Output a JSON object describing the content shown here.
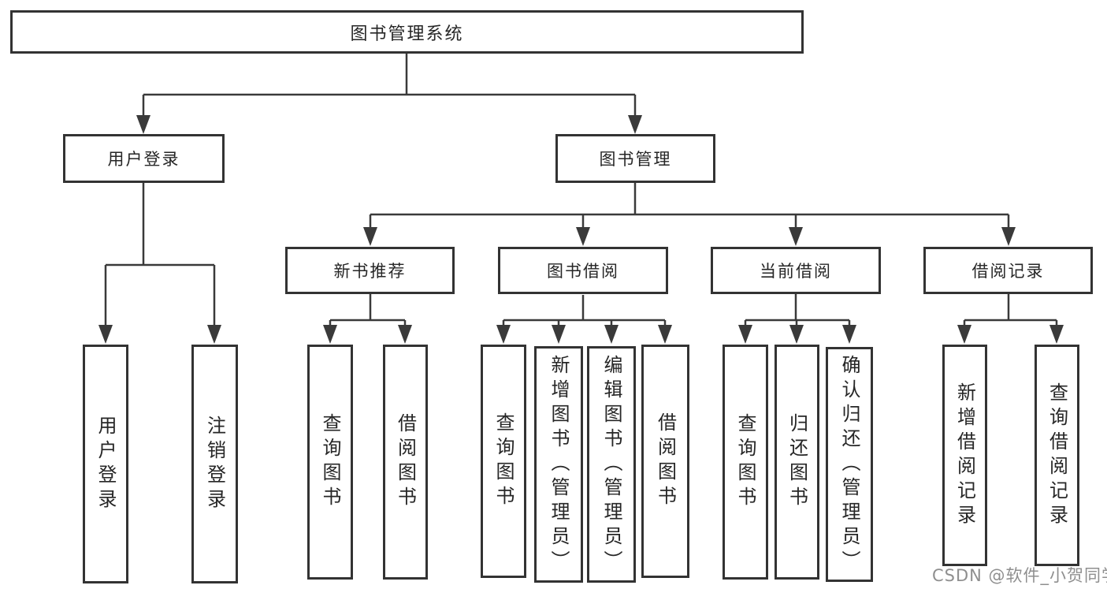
{
  "tree": {
    "label": "图书管理系统",
    "children": [
      {
        "label": "用户登录",
        "children": [
          {
            "label": "用户登录"
          },
          {
            "label": "注销登录"
          }
        ]
      },
      {
        "label": "图书管理",
        "children": [
          {
            "label": "新书推荐",
            "children": [
              {
                "label": "查询图书"
              },
              {
                "label": "借阅图书"
              }
            ]
          },
          {
            "label": "图书借阅",
            "children": [
              {
                "label": "查询图书"
              },
              {
                "label": "新增图书（管理员）"
              },
              {
                "label": "编辑图书（管理员）"
              },
              {
                "label": "借阅图书"
              }
            ]
          },
          {
            "label": "当前借阅",
            "children": [
              {
                "label": "查询图书"
              },
              {
                "label": "归还图书"
              },
              {
                "label": "确认归还（管理员）"
              }
            ]
          },
          {
            "label": "借阅记录",
            "children": [
              {
                "label": "新增借阅记录"
              },
              {
                "label": "查询借阅记录"
              }
            ]
          }
        ]
      }
    ]
  },
  "watermark": {
    "text": "CSDN @软件_小贺同学"
  },
  "colors": {
    "line": "#3a3a3a",
    "box_border": "#333333",
    "text": "#262626",
    "watermark": "#8f8f8f",
    "background": "#ffffff"
  }
}
